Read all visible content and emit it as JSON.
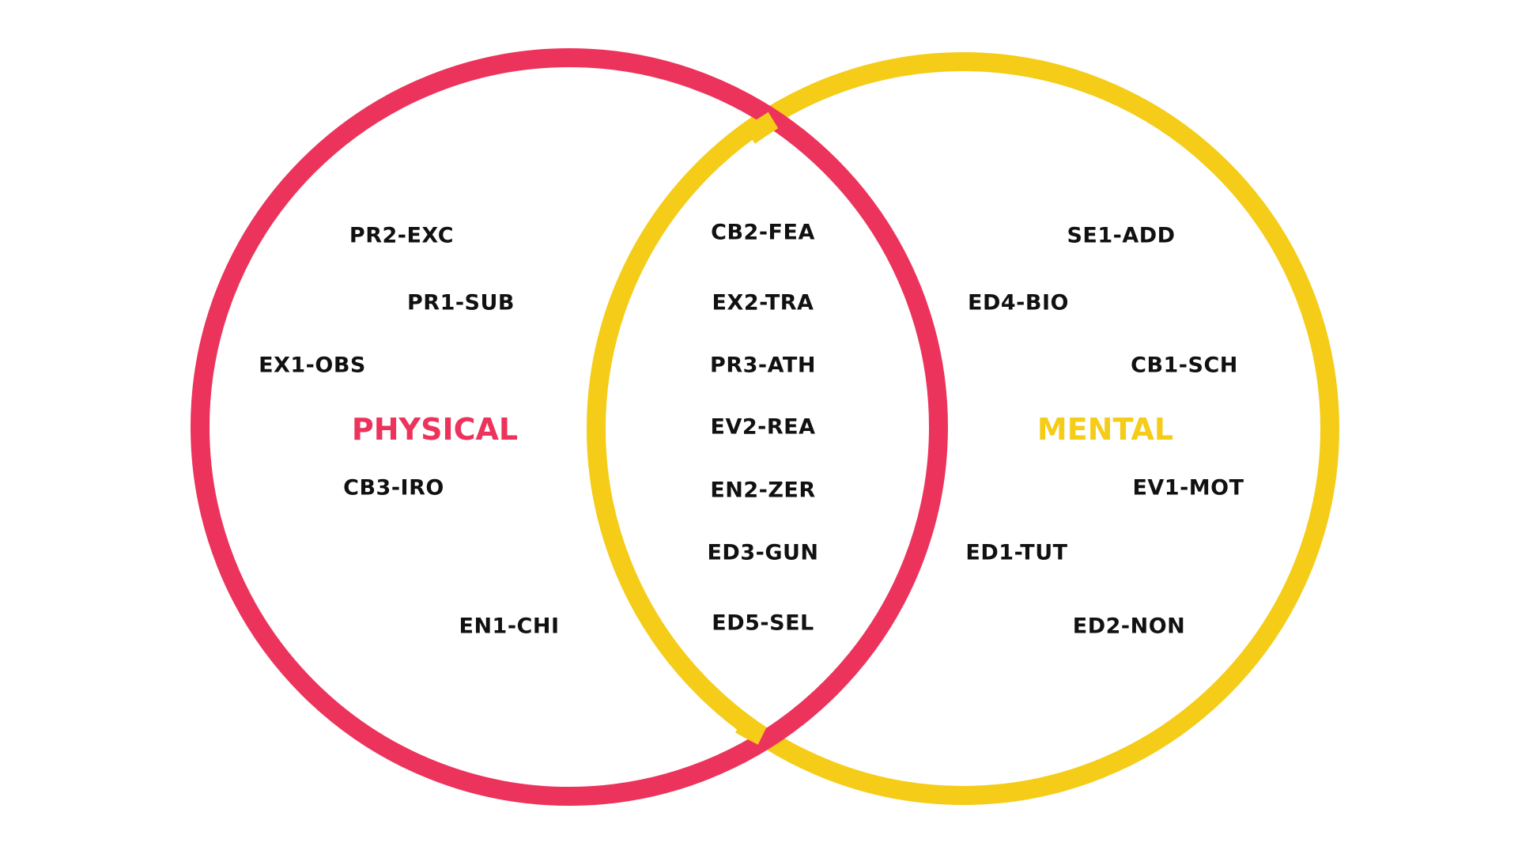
{
  "sets": {
    "physical": {
      "label": "PHYSICAL",
      "color": "#EC335C",
      "items": [
        "PR2-EXC",
        "PR1-SUB",
        "EX1-OBS",
        "CB3-IRO",
        "EN1-CHI"
      ]
    },
    "mental": {
      "label": "MENTAL",
      "color": "#F5CC18",
      "items": [
        "SE1-ADD",
        "ED4-BIO",
        "CB1-SCH",
        "EV1-MOT",
        "ED1-TUT",
        "ED2-NON"
      ]
    },
    "both": {
      "items": [
        "CB2-FEA",
        "EX2-TRA",
        "PR3-ATH",
        "EV2-REA",
        "EN2-ZER",
        "ED3-GUN",
        "ED5-SEL"
      ]
    }
  }
}
